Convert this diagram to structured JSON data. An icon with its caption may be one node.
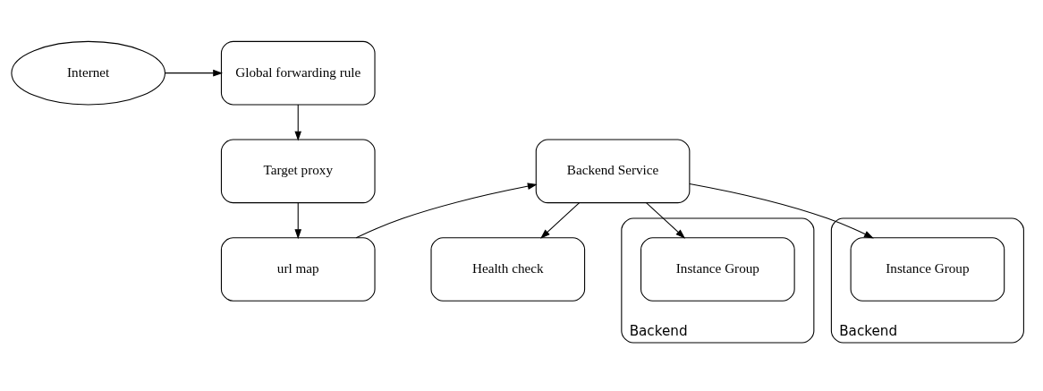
{
  "diagram": {
    "nodes": [
      {
        "text": [
          "Global forwarding rule"
        ]
      },
      {
        "text": [
          "Internet"
        ]
      },
      {
        "text": [
          "Target proxy"
        ]
      },
      {
        "text": [
          "url map"
        ]
      },
      {
        "text": [
          "Backend Service"
        ]
      },
      {
        "text": [
          "Health check"
        ]
      },
      {
        "text": [
          "Backend"
        ]
      },
      {
        "text": [
          "Instance Group"
        ],
        "in": 6
      },
      {
        "text": [
          "Backend"
        ]
      },
      {
        "text": [
          "Instance Group"
        ],
        "in": 8
      }
    ],
    "edges": [
      {
        "from": 1,
        "to": 0,
        "arrow": "to"
      },
      {
        "from": 0,
        "to": 2,
        "arrow": "to"
      },
      {
        "from": 2,
        "to": 3,
        "arrow": "to"
      },
      {
        "from": 3,
        "to": 4,
        "arrow": "to"
      },
      {
        "from": 4,
        "to": 5,
        "arrow": "to"
      },
      {
        "from": 4,
        "to": 7,
        "arrow": "to"
      },
      {
        "from": 4,
        "to": 9,
        "arrow": "to"
      }
    ]
  }
}
